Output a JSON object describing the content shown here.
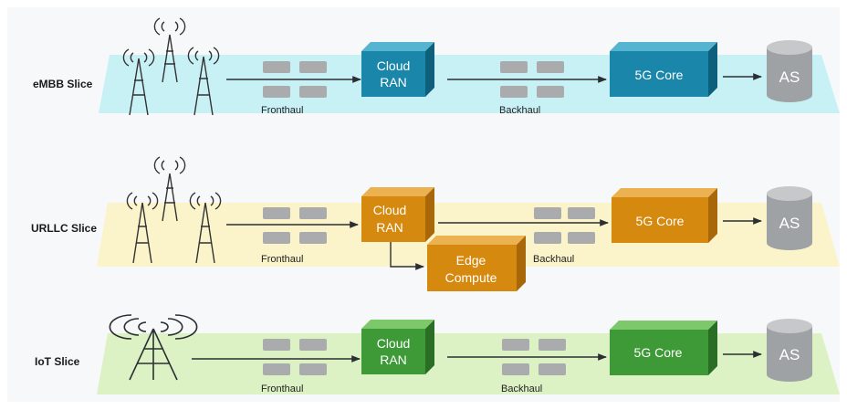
{
  "colors": {
    "embb_band": "#c8f1f6",
    "urllc_band": "#fbf3c9",
    "iot_band": "#dcf2c4",
    "embb_box": "#1a86a9",
    "urllc_box": "#d6890f",
    "iot_box": "#3e9a37",
    "switch": "#a9abad",
    "db": "#9fa2a5"
  },
  "slices": [
    {
      "name": "eMBB Slice",
      "fronthaul": "Fronthaul",
      "backhaul": "Backhaul",
      "ran": [
        "Cloud",
        "RAN"
      ],
      "core": "5G Core",
      "as": "AS"
    },
    {
      "name": "URLLC Slice",
      "fronthaul": "Fronthaul",
      "backhaul": "Backhaul",
      "ran": [
        "Cloud",
        "RAN"
      ],
      "edge": [
        "Edge",
        "Compute"
      ],
      "core": "5G Core",
      "as": "AS"
    },
    {
      "name": "IoT Slice",
      "fronthaul": "Fronthaul",
      "backhaul": "Backhaul",
      "ran": [
        "Cloud",
        "RAN"
      ],
      "core": "5G Core",
      "as": "AS"
    }
  ]
}
